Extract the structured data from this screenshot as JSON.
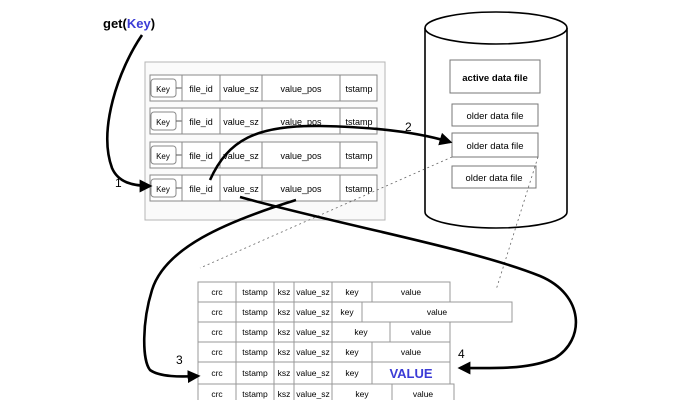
{
  "query": {
    "prefix": "get(",
    "arg": "Key",
    "suffix": ")"
  },
  "keydir": {
    "rows": [
      {
        "key": "Key",
        "file_id": "file_id",
        "value_sz": "value_sz",
        "value_pos": "value_pos",
        "tstamp": "tstamp"
      },
      {
        "key": "Key",
        "file_id": "file_id",
        "value_sz": "value_sz",
        "value_pos": "value_pos",
        "tstamp": "tstamp"
      },
      {
        "key": "Key",
        "file_id": "file_id",
        "value_sz": "value_sz",
        "value_pos": "value_pos",
        "tstamp": "tstamp"
      },
      {
        "key": "Key",
        "file_id": "file_id",
        "value_sz": "value_sz",
        "value_pos": "value_pos",
        "tstamp": "tstamp"
      }
    ]
  },
  "storage": {
    "files": [
      {
        "label": "active data file"
      },
      {
        "label": "older data file"
      },
      {
        "label": "older data file"
      },
      {
        "label": "older data file"
      }
    ]
  },
  "datafile": {
    "rows": [
      {
        "crc": "crc",
        "tstamp": "tstamp",
        "ksz": "ksz",
        "value_sz": "value_sz",
        "key": "key",
        "value": "value"
      },
      {
        "crc": "crc",
        "tstamp": "tstamp",
        "ksz": "ksz",
        "value_sz": "value_sz",
        "key": "key",
        "value": "value"
      },
      {
        "crc": "crc",
        "tstamp": "tstamp",
        "ksz": "ksz",
        "value_sz": "value_sz",
        "key": "key",
        "value": "value"
      },
      {
        "crc": "crc",
        "tstamp": "tstamp",
        "ksz": "ksz",
        "value_sz": "value_sz",
        "key": "key",
        "value": "value"
      },
      {
        "crc": "crc",
        "tstamp": "tstamp",
        "ksz": "ksz",
        "value_sz": "value_sz",
        "key": "key",
        "value": "VALUE"
      },
      {
        "crc": "crc",
        "tstamp": "tstamp",
        "ksz": "ksz",
        "value_sz": "value_sz",
        "key": "key",
        "value": "value"
      }
    ]
  },
  "steps": [
    "1",
    "2",
    "3",
    "4"
  ],
  "colors": {
    "accent": "#3b3bd6",
    "line": "#000000",
    "box_border": "#9a9a9a",
    "panel_border": "#b5b5b5"
  }
}
